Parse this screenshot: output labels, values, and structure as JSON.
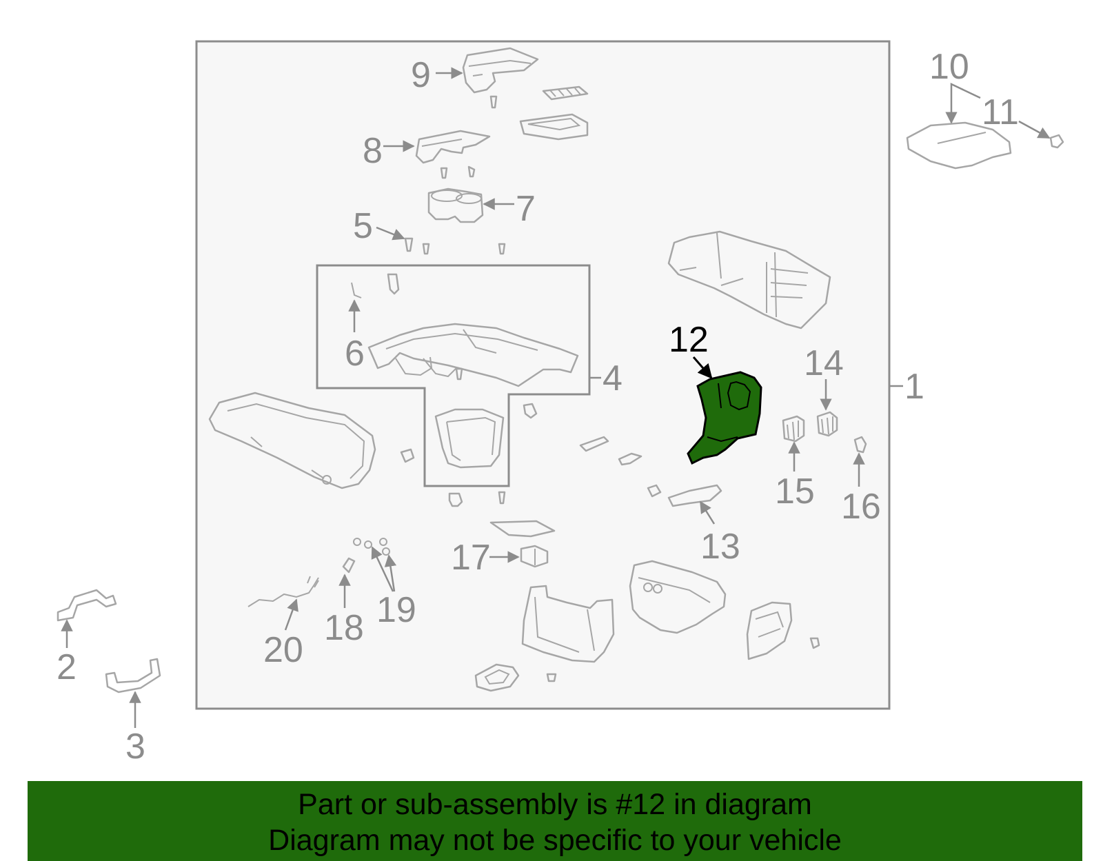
{
  "diagram": {
    "highlight_color": "#1f6b0b",
    "callouts": {
      "c1": "1",
      "c2": "2",
      "c3": "3",
      "c4": "4",
      "c5": "5",
      "c6": "6",
      "c7": "7",
      "c8": "8",
      "c9": "9",
      "c10": "10",
      "c11": "11",
      "c12": "12",
      "c13": "13",
      "c14": "14",
      "c15": "15",
      "c16": "16",
      "c17": "17",
      "c18": "18",
      "c19": "19",
      "c20": "20"
    }
  },
  "banner": {
    "line1": "Part or sub-assembly is #12 in diagram",
    "line2": "Diagram may not be specific to your vehicle",
    "background": "#1f6b0b"
  }
}
